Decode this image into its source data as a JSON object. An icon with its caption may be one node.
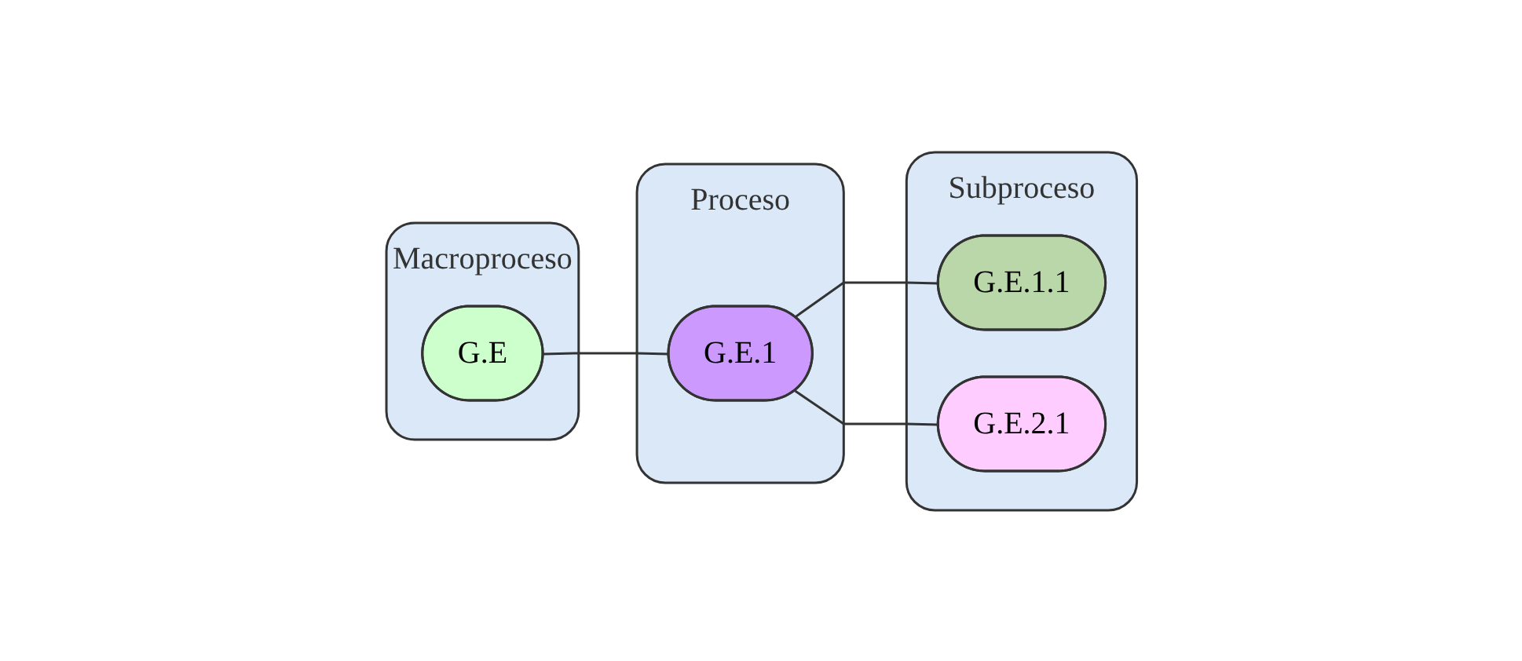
{
  "diagram": {
    "nodes": [
      {
        "text": [
          "Macroproceso"
        ]
      },
      {
        "text": [
          "G.E"
        ],
        "in": 0
      },
      {
        "text": [
          "Proceso"
        ]
      },
      {
        "text": [
          "G.E.1"
        ],
        "in": 2
      },
      {
        "text": [
          "Subproceso"
        ]
      },
      {
        "text": [
          "G.E.1.1"
        ],
        "in": 4
      },
      {
        "text": [
          "G.E.2.1"
        ],
        "in": 4
      }
    ],
    "edges": [
      {
        "from": 1,
        "to": 3,
        "arrow": "none"
      },
      {
        "from": 3,
        "to": 5,
        "arrow": "none"
      },
      {
        "from": 3,
        "to": 6,
        "arrow": "none"
      }
    ]
  }
}
